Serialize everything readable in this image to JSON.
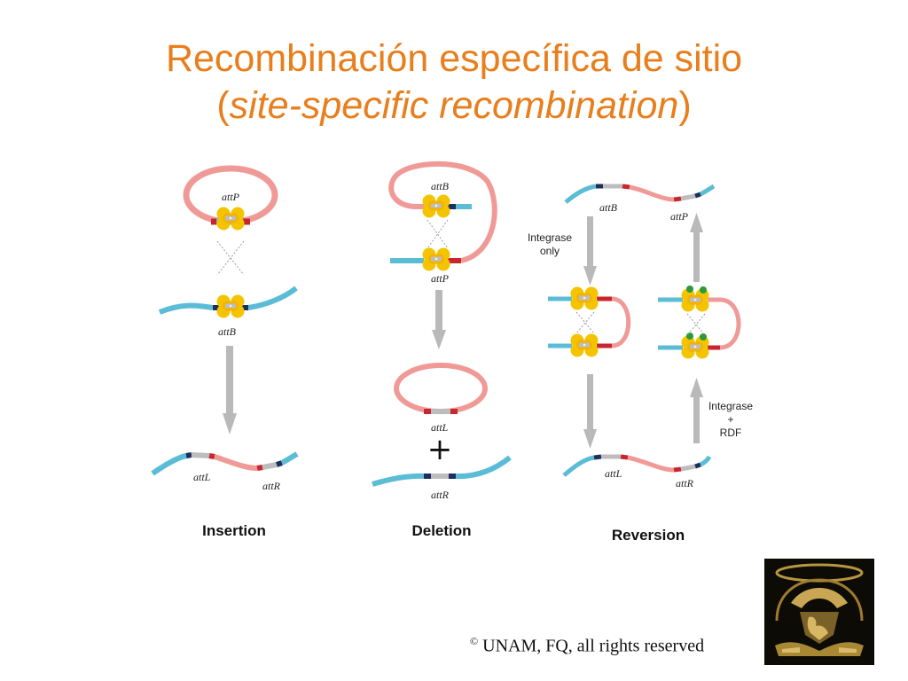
{
  "title": {
    "line1": "Recombinación específica de sitio",
    "line2_open": "(",
    "line2_italic": "site-specific recombination",
    "line2_close": ")"
  },
  "labels": {
    "attP": "attP",
    "attB": "attB",
    "attL": "attL",
    "attR": "attR"
  },
  "sections": {
    "insertion": "Insertion",
    "deletion": "Deletion",
    "reversion": "Reversion"
  },
  "notes": {
    "integrase_only_1": "Integrase",
    "integrase_only_2": "only",
    "integrase_rdf_1": "Integrase",
    "integrase_rdf_2": "+",
    "integrase_rdf_3": "RDF"
  },
  "plus_sign": "+",
  "copyright": {
    "symbol": "©",
    "text": "UNAM, FQ, all rights reserved"
  },
  "colors": {
    "title": "#e87e1c",
    "phage_dna": "#f09a98",
    "bacterial_dna": "#5bbcd6",
    "site_red": "#c8262e",
    "site_navy": "#1e2f5c",
    "core_grey": "#b8b8b8",
    "integrase": "#f5c400",
    "rdf": "#2a9a3a",
    "arrow": "#b9b9b9"
  }
}
